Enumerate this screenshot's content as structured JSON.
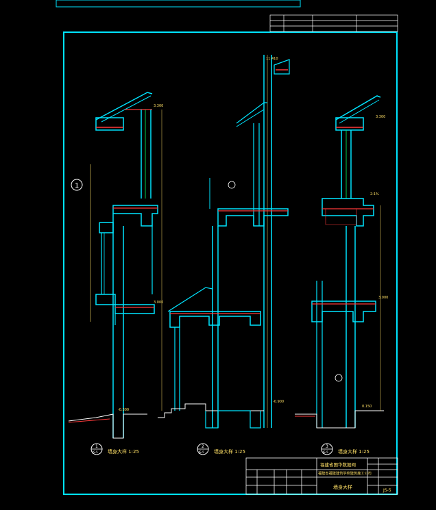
{
  "title_block": {
    "project": "福建省福建建筑学校建筑施工公司",
    "drawing_name": "墙身大样",
    "sheet": "JS-5",
    "company_top": "福建省图华数据网"
  },
  "details": [
    {
      "number": "1",
      "sheet": "JS-5",
      "caption": "墙身大样 1:25"
    },
    {
      "number": "2",
      "sheet": "JS-5",
      "caption": "墙身大样 1:25"
    },
    {
      "number": "3",
      "sheet": "JS-5",
      "caption": "墙身大样 1:25"
    }
  ],
  "annotations": {
    "eave_1": "3.300",
    "eave_3": "3.300",
    "floor_1": "3.000",
    "floor_3": "3.000",
    "ground_1": "-0.300",
    "ground_3": "0.150",
    "ground_2": "-0.900",
    "grade": "2:1%",
    "roof_top": "11.410",
    "callout_1": "1"
  },
  "colors": {
    "frame": "#00e5ff",
    "wall": "#00e5ff",
    "dim": "#ffe066",
    "text": "#ffffff",
    "hatch": "#ff3b3b",
    "green": "#00ff66"
  }
}
